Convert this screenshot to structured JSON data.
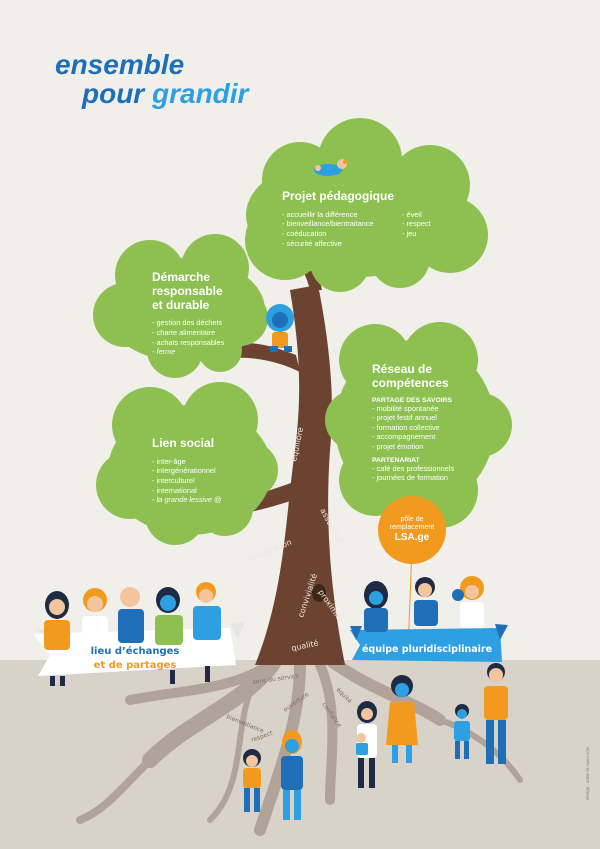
{
  "title": {
    "line1": "ensemble",
    "line2a": "pour ",
    "line2b": "grandir"
  },
  "clouds": {
    "projet": {
      "heading": "Projet pédagogique",
      "col1": [
        "accueillir la différence",
        "bienveillance/bientraitance",
        "coéducation",
        "sécurité affective"
      ],
      "col2": [
        "éveil",
        "respect",
        "jeu"
      ]
    },
    "demarche": {
      "heading_lines": [
        "Démarche",
        "responsable",
        "et durable"
      ],
      "items": [
        "gestion des déchets",
        "charte alimentaire",
        "achats responsables"
      ],
      "item_em": "ferme"
    },
    "reseau": {
      "heading_lines": [
        "Réseau de",
        "compétences"
      ],
      "sub1": "PARTAGE DES SAVOIRS",
      "items1": [
        "mobilité spontanée",
        "projet festif annuel",
        "formation collective",
        "accompagnement",
        "projet émotion"
      ],
      "sub2": "PARTENARIAT",
      "items2": [
        "café des professionnels",
        "journées de formation"
      ]
    },
    "lien": {
      "heading": "Lien social",
      "items": [
        "inter-âge",
        "intergénérationnel",
        "interculturel",
        "international"
      ],
      "item_em": "la grande lessive @"
    }
  },
  "trunk_words": [
    "équilibre",
    "associatif",
    "coopération",
    "convivialité",
    "proximité",
    "qualité"
  ],
  "root_words": [
    "sens du service",
    "équité",
    "bienveillance",
    "ouverture",
    "confiance",
    "respect"
  ],
  "banners": {
    "left_line1": "lieu d’échanges",
    "left_line2": "et de partages",
    "right": "équipe pluridisciplinaire"
  },
  "balloon": {
    "line1": "pôle de",
    "line2": "remplacement",
    "brand": "LSA.ge"
  },
  "credit": "design : anne-liz-ayes.com",
  "colors": {
    "leaf": "#8dc050",
    "trunk": "#6b4330",
    "blue": "#1e6fb8",
    "light_blue": "#2e9fe0",
    "orange": "#f29a1e",
    "ground": "#d8d2c8"
  }
}
